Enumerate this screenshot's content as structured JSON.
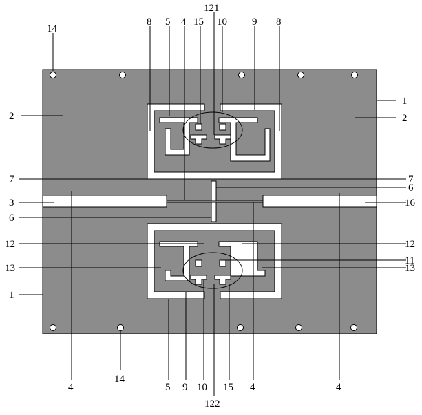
{
  "colors": {
    "substrate": "#8c8c8c",
    "metal": "#ffffff",
    "line": "#000000"
  },
  "labels": {
    "top_14": "14",
    "top_8_left": "8",
    "top_5": "5",
    "top_4": "4",
    "top_15": "15",
    "top_121": "121",
    "top_10": "10",
    "top_9": "9",
    "top_8_right": "8",
    "right_1_top": "1",
    "right_2": "2",
    "left_2": "2",
    "left_7": "7",
    "right_7": "7",
    "right_6": "6",
    "left_3": "3",
    "right_16": "16",
    "left_6": "6",
    "left_12": "12",
    "right_12": "12",
    "right_11": "11",
    "left_13": "13",
    "right_13": "13",
    "left_1": "1",
    "bottom_4_left": "4",
    "bottom_14": "14",
    "bottom_5": "5",
    "bottom_9": "9",
    "bottom_10": "10",
    "bottom_15": "15",
    "bottom_4_mid": "4",
    "bottom_4_right": "4",
    "bottom_122": "122"
  }
}
